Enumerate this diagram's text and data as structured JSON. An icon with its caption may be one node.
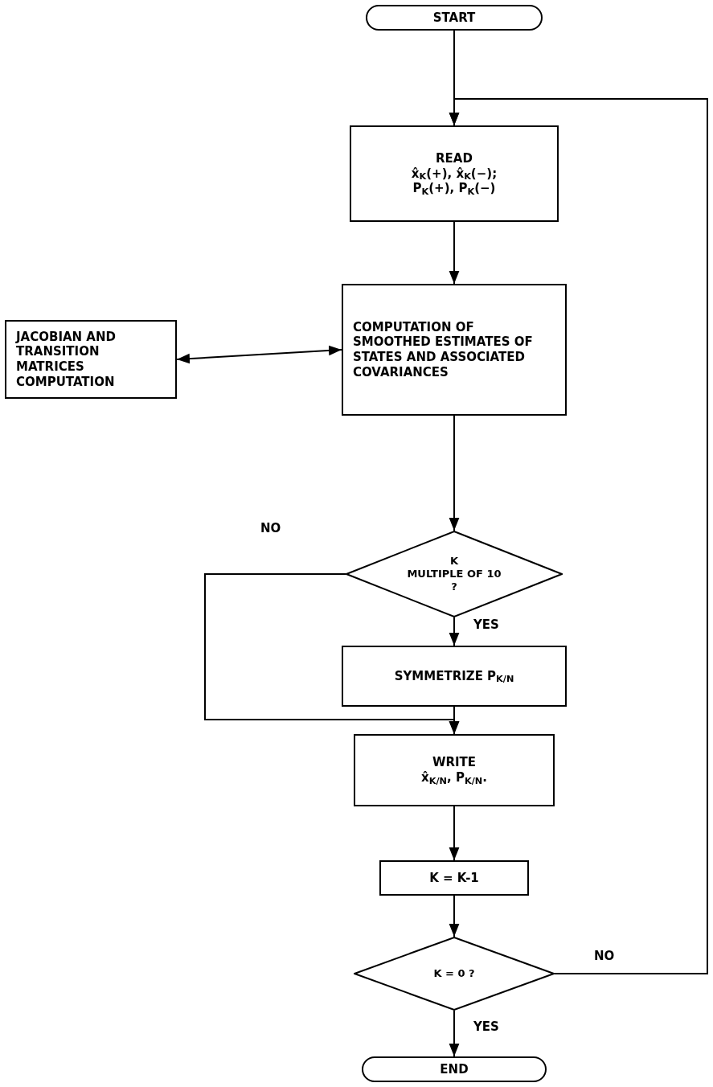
{
  "diagram": {
    "nodes": [
      {
        "text": [
          "START"
        ]
      },
      {
        "text": [
          "READ",
          "x̂$_{K}$(+), x̂$_{K}$(−);",
          "P$_{K}$(+), P$_{K}$(−)"
        ]
      },
      {
        "text": [
          "JACOBIAN AND TRANSITION MATRICES COMPUTATION"
        ]
      },
      {
        "text": [
          "COMPUTATION OF SMOOTHED ESTIMATES OF STATES AND ASSOCIATED COVARIANCES"
        ]
      },
      {
        "text": [
          "K",
          "MULTIPLE OF 10 ?"
        ]
      },
      {
        "text": [
          "SYMMETRIZE P$_{K/N}$"
        ]
      },
      {
        "text": [
          "WRITE",
          "x̂$_{K/N}$, P$_{K/N}$."
        ]
      },
      {
        "text": [
          "K = K-1"
        ]
      },
      {
        "text": [
          "K = 0 ?"
        ]
      },
      {
        "text": [
          "END"
        ]
      }
    ],
    "edges": [
      {
        "from": 0,
        "to": 1,
        "arrow": "to"
      },
      {
        "from": 1,
        "to": 3,
        "arrow": "to"
      },
      {
        "from": 3,
        "to": 2,
        "arrow": "both"
      },
      {
        "from": 3,
        "to": 4,
        "arrow": "to"
      },
      {
        "from": 4,
        "to": 5,
        "arrow": "to",
        "label": "YES"
      },
      {
        "from": 4,
        "to": 6,
        "arrow": "to",
        "label": "NO"
      },
      {
        "from": 5,
        "to": 6,
        "arrow": "to"
      },
      {
        "from": 6,
        "to": 7,
        "arrow": "to"
      },
      {
        "from": 7,
        "to": 8,
        "arrow": "to"
      },
      {
        "from": 8,
        "to": 9,
        "arrow": "to",
        "label": "YES"
      },
      {
        "from": 8,
        "to": 1,
        "arrow": "to",
        "label": "NO"
      }
    ]
  }
}
